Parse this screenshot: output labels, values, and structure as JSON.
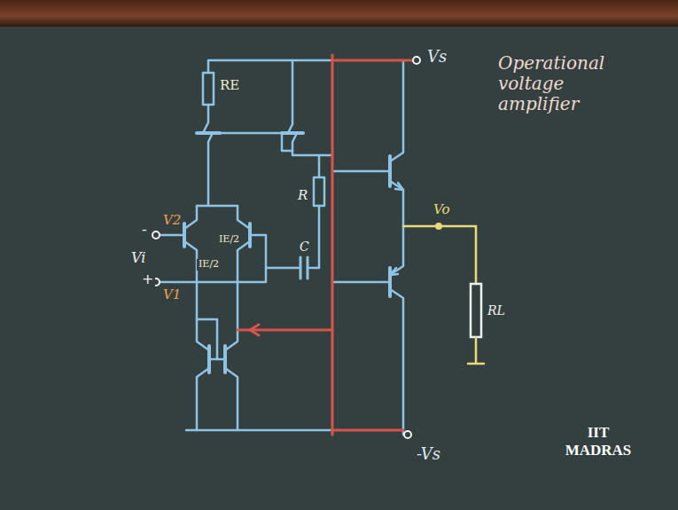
{
  "diagram": {
    "labels": [
      "Vs",
      "RE",
      "Operational voltage amplifier",
      "V2",
      "-",
      "Vi",
      "+",
      "V1",
      "IE/2",
      "IE/2",
      "R",
      "C",
      "Vo",
      "RL",
      "-Vs",
      "IIT MADRAS"
    ]
  }
}
